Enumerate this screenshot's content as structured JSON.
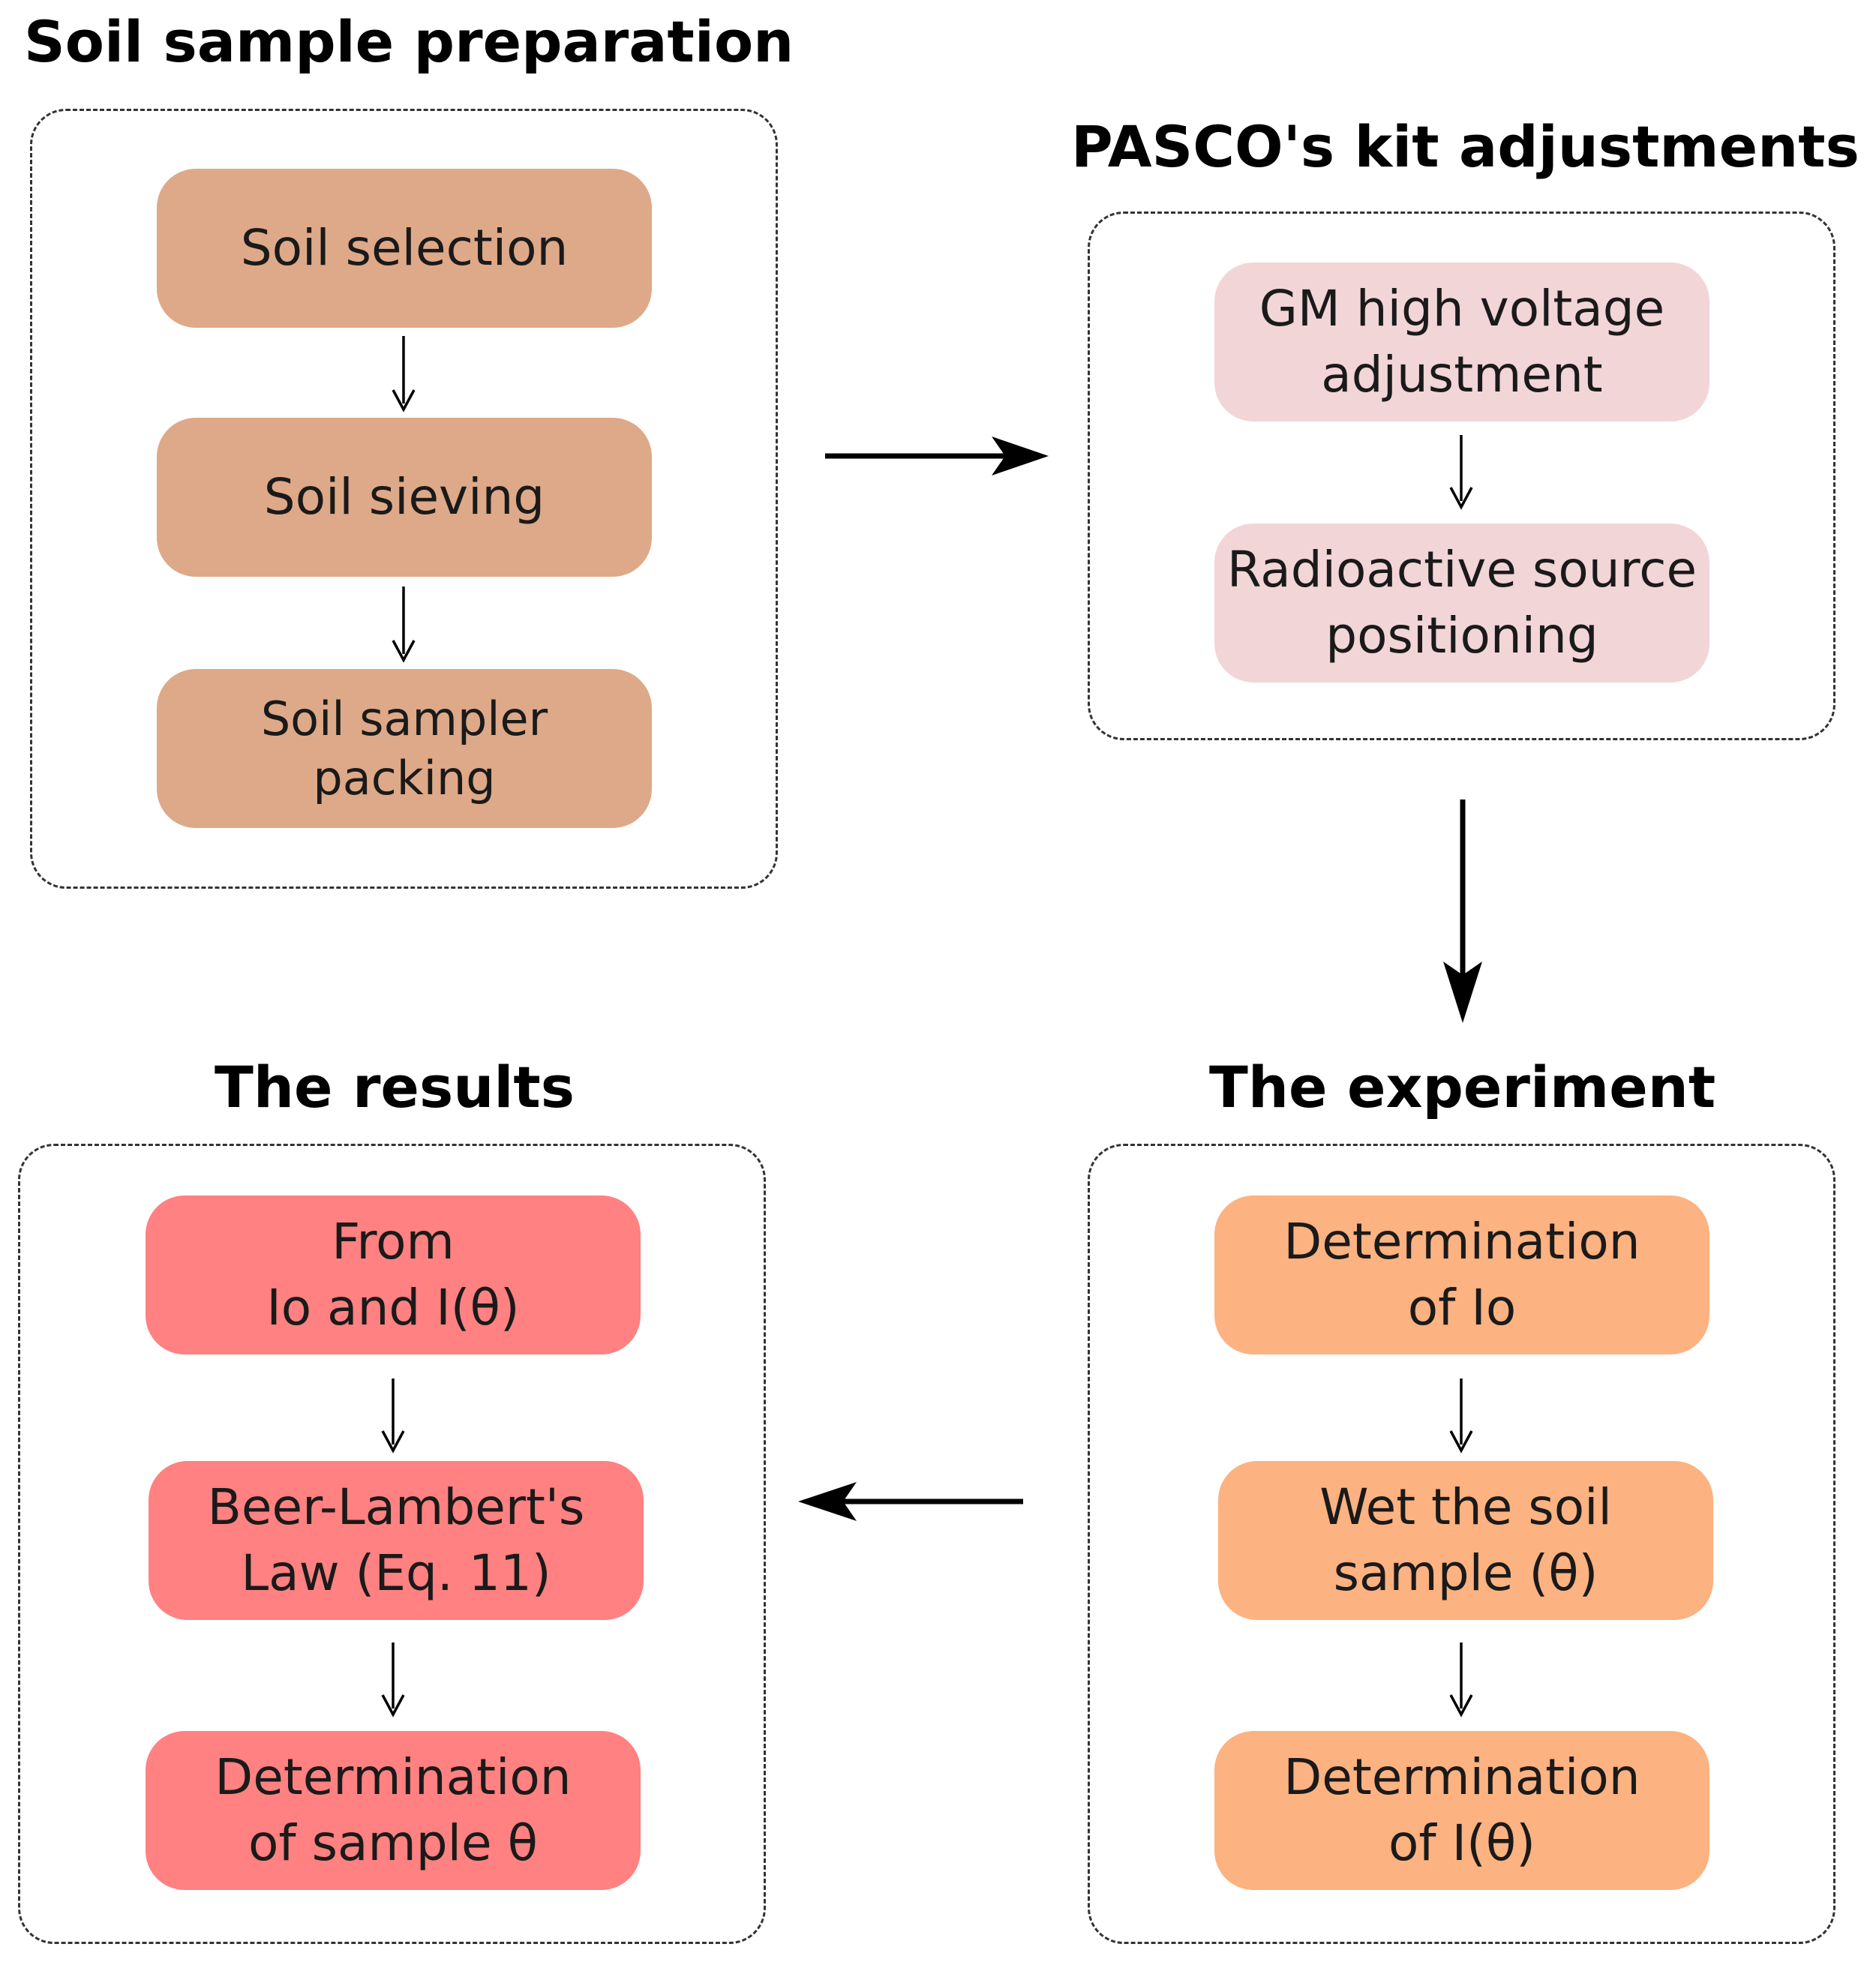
{
  "colors": {
    "soil": "#DEA988",
    "pasco": "#F2D5D7",
    "experiment": "#FCB281",
    "results": "#FF8181"
  },
  "sections": {
    "soil_prep": {
      "title": "Soil sample preparation",
      "steps": [
        "Soil selection",
        "Soil sieving",
        "Soil sampler\npacking"
      ]
    },
    "pasco": {
      "title": "PASCO's kit adjustments",
      "steps": [
        "GM high voltage\nadjustment",
        "Radioactive source\npositioning"
      ]
    },
    "experiment": {
      "title": "The experiment",
      "steps": [
        "Determination\nof Io",
        "Wet the soil\nsample (θ)",
        "Determination\nof I(θ)"
      ]
    },
    "results": {
      "title": "The results",
      "steps": [
        "From\nIo and I(θ)",
        "Beer-Lambert's\nLaw (Eq. 11)",
        "Determination\nof sample θ"
      ]
    }
  }
}
